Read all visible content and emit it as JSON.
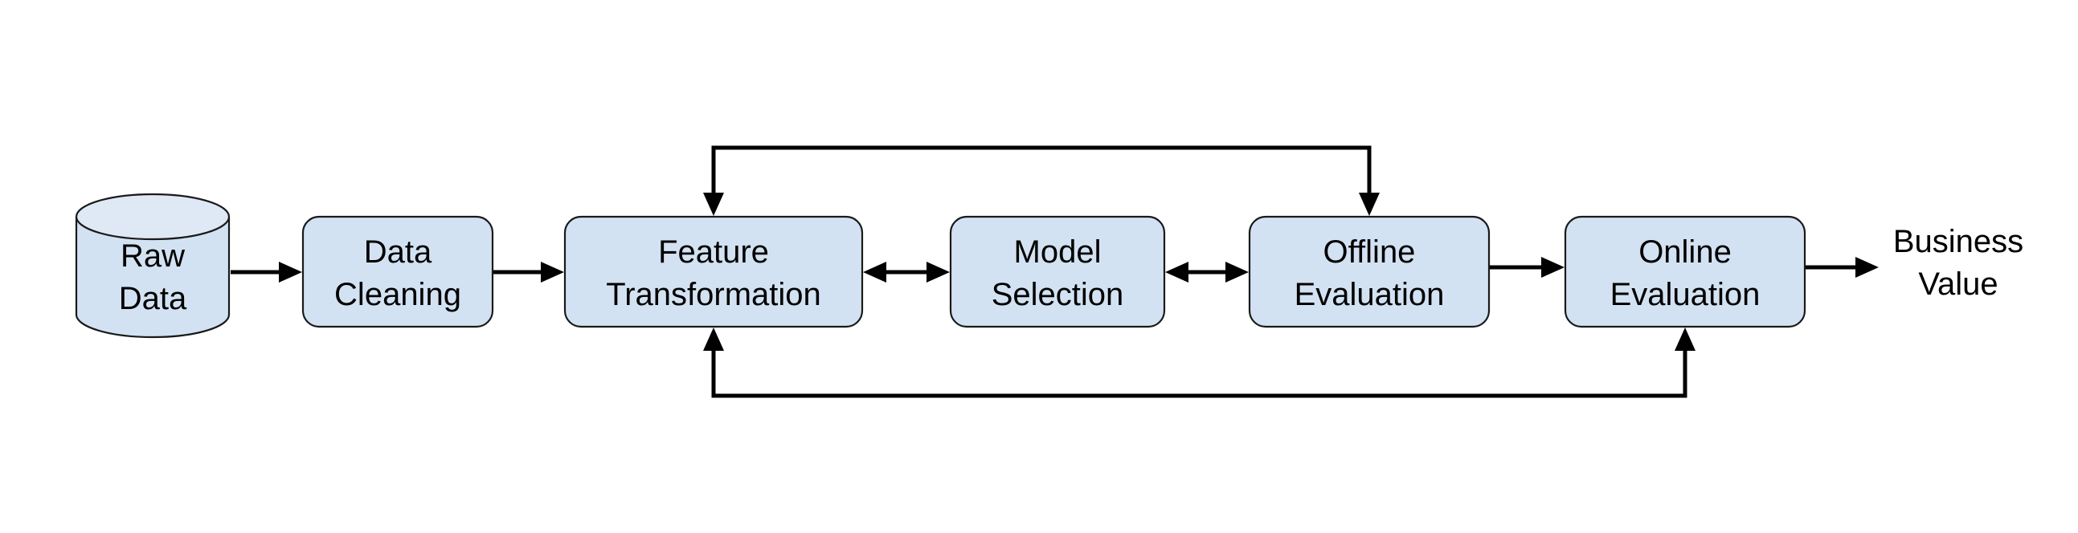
{
  "nodes": {
    "raw_data": {
      "line1": "Raw",
      "line2": "Data"
    },
    "data_cleaning": {
      "line1": "Data",
      "line2": "Cleaning"
    },
    "feature_transformation": {
      "line1": "Feature",
      "line2": "Transformation"
    },
    "model_selection": {
      "line1": "Model",
      "line2": "Selection"
    },
    "offline_evaluation": {
      "line1": "Offline",
      "line2": "Evaluation"
    },
    "online_evaluation": {
      "line1": "Online",
      "line2": "Evaluation"
    },
    "business_value": {
      "line1": "Business",
      "line2": "Value"
    }
  },
  "colors": {
    "node_fill": "#d3e2f2",
    "stroke": "#000000"
  }
}
